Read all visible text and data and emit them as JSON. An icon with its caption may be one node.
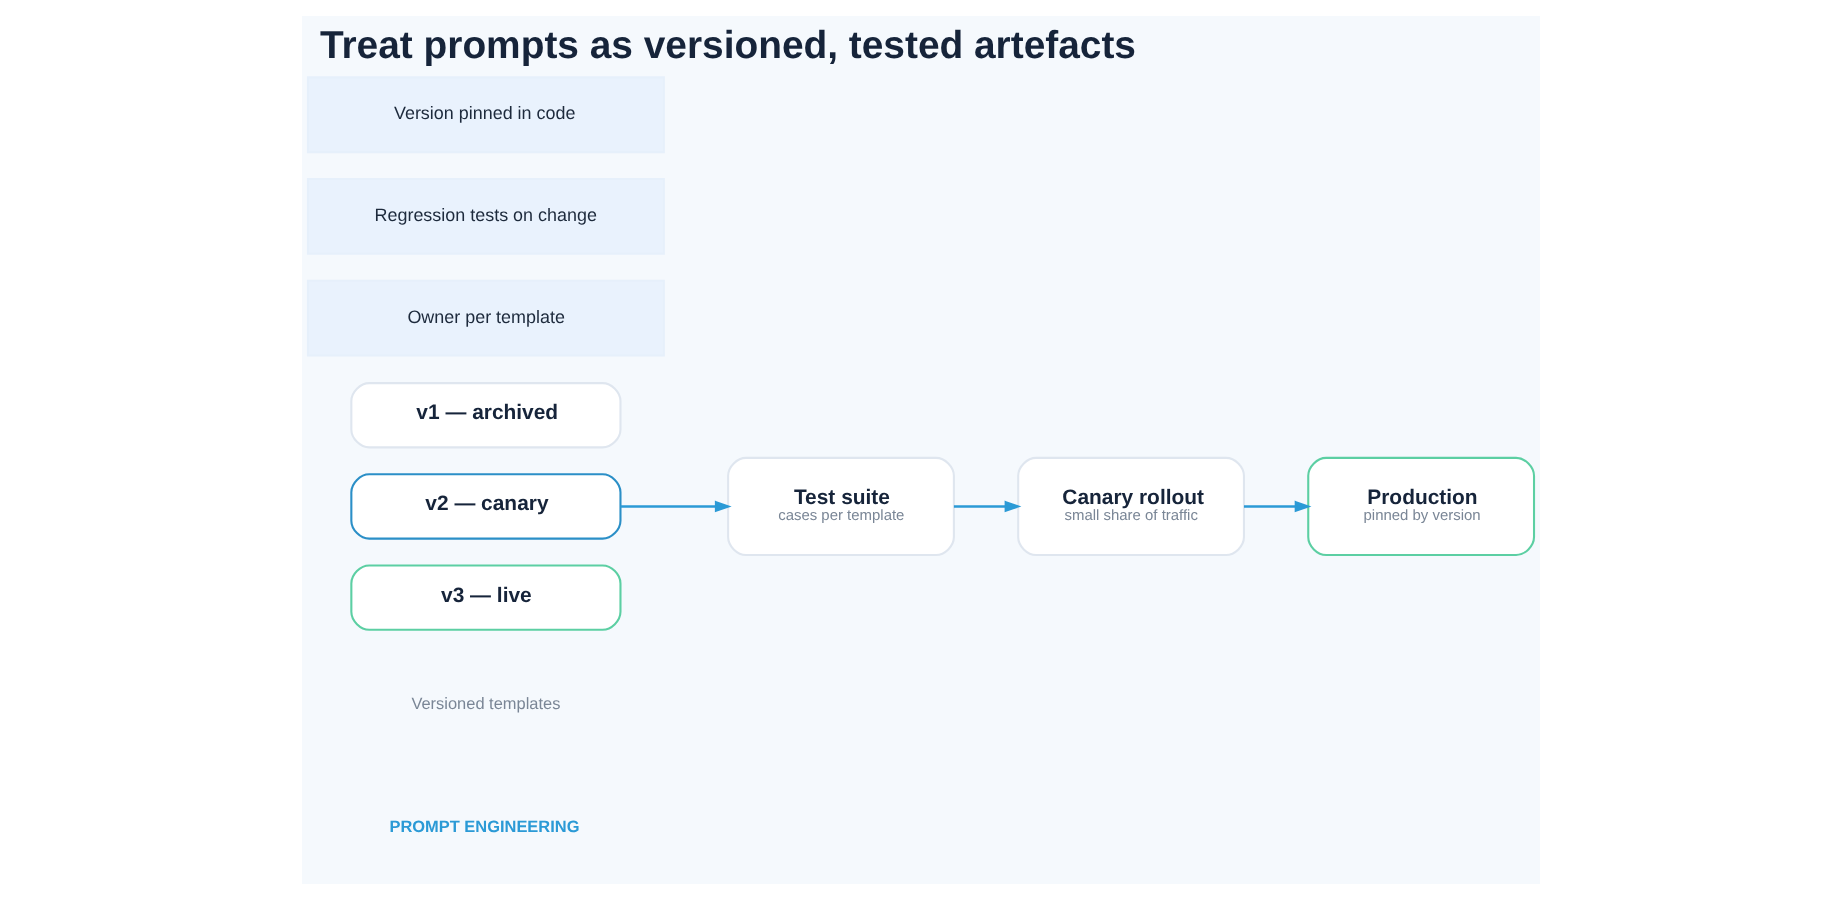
{
  "diagram": {
    "title": "Treat prompts as versioned, tested artefacts",
    "nodes": [
      {
        "text": [
          "v3 — live"
        ]
      },
      {
        "text": [
          "v2 — canary"
        ]
      },
      {
        "text": [
          "v1 — archived"
        ]
      },
      {
        "text": [
          "Test suite",
          "cases per template"
        ]
      },
      {
        "text": [
          "Canary rollout",
          "small share of traffic"
        ]
      },
      {
        "text": [
          "Production",
          "pinned by version"
        ]
      },
      {
        "text": [
          "Owner per template"
        ]
      },
      {
        "text": [
          "Regression tests on change"
        ]
      },
      {
        "text": [
          "Version pinned in code"
        ]
      }
    ],
    "edges": [
      {
        "from": 1,
        "to": 3,
        "arrow": "to"
      },
      {
        "from": 3,
        "to": 4,
        "arrow": "to"
      },
      {
        "from": 4,
        "to": 5,
        "arrow": "to"
      }
    ],
    "labels": [
      "PROMPT ENGINEERING",
      "Versioned templates"
    ]
  }
}
